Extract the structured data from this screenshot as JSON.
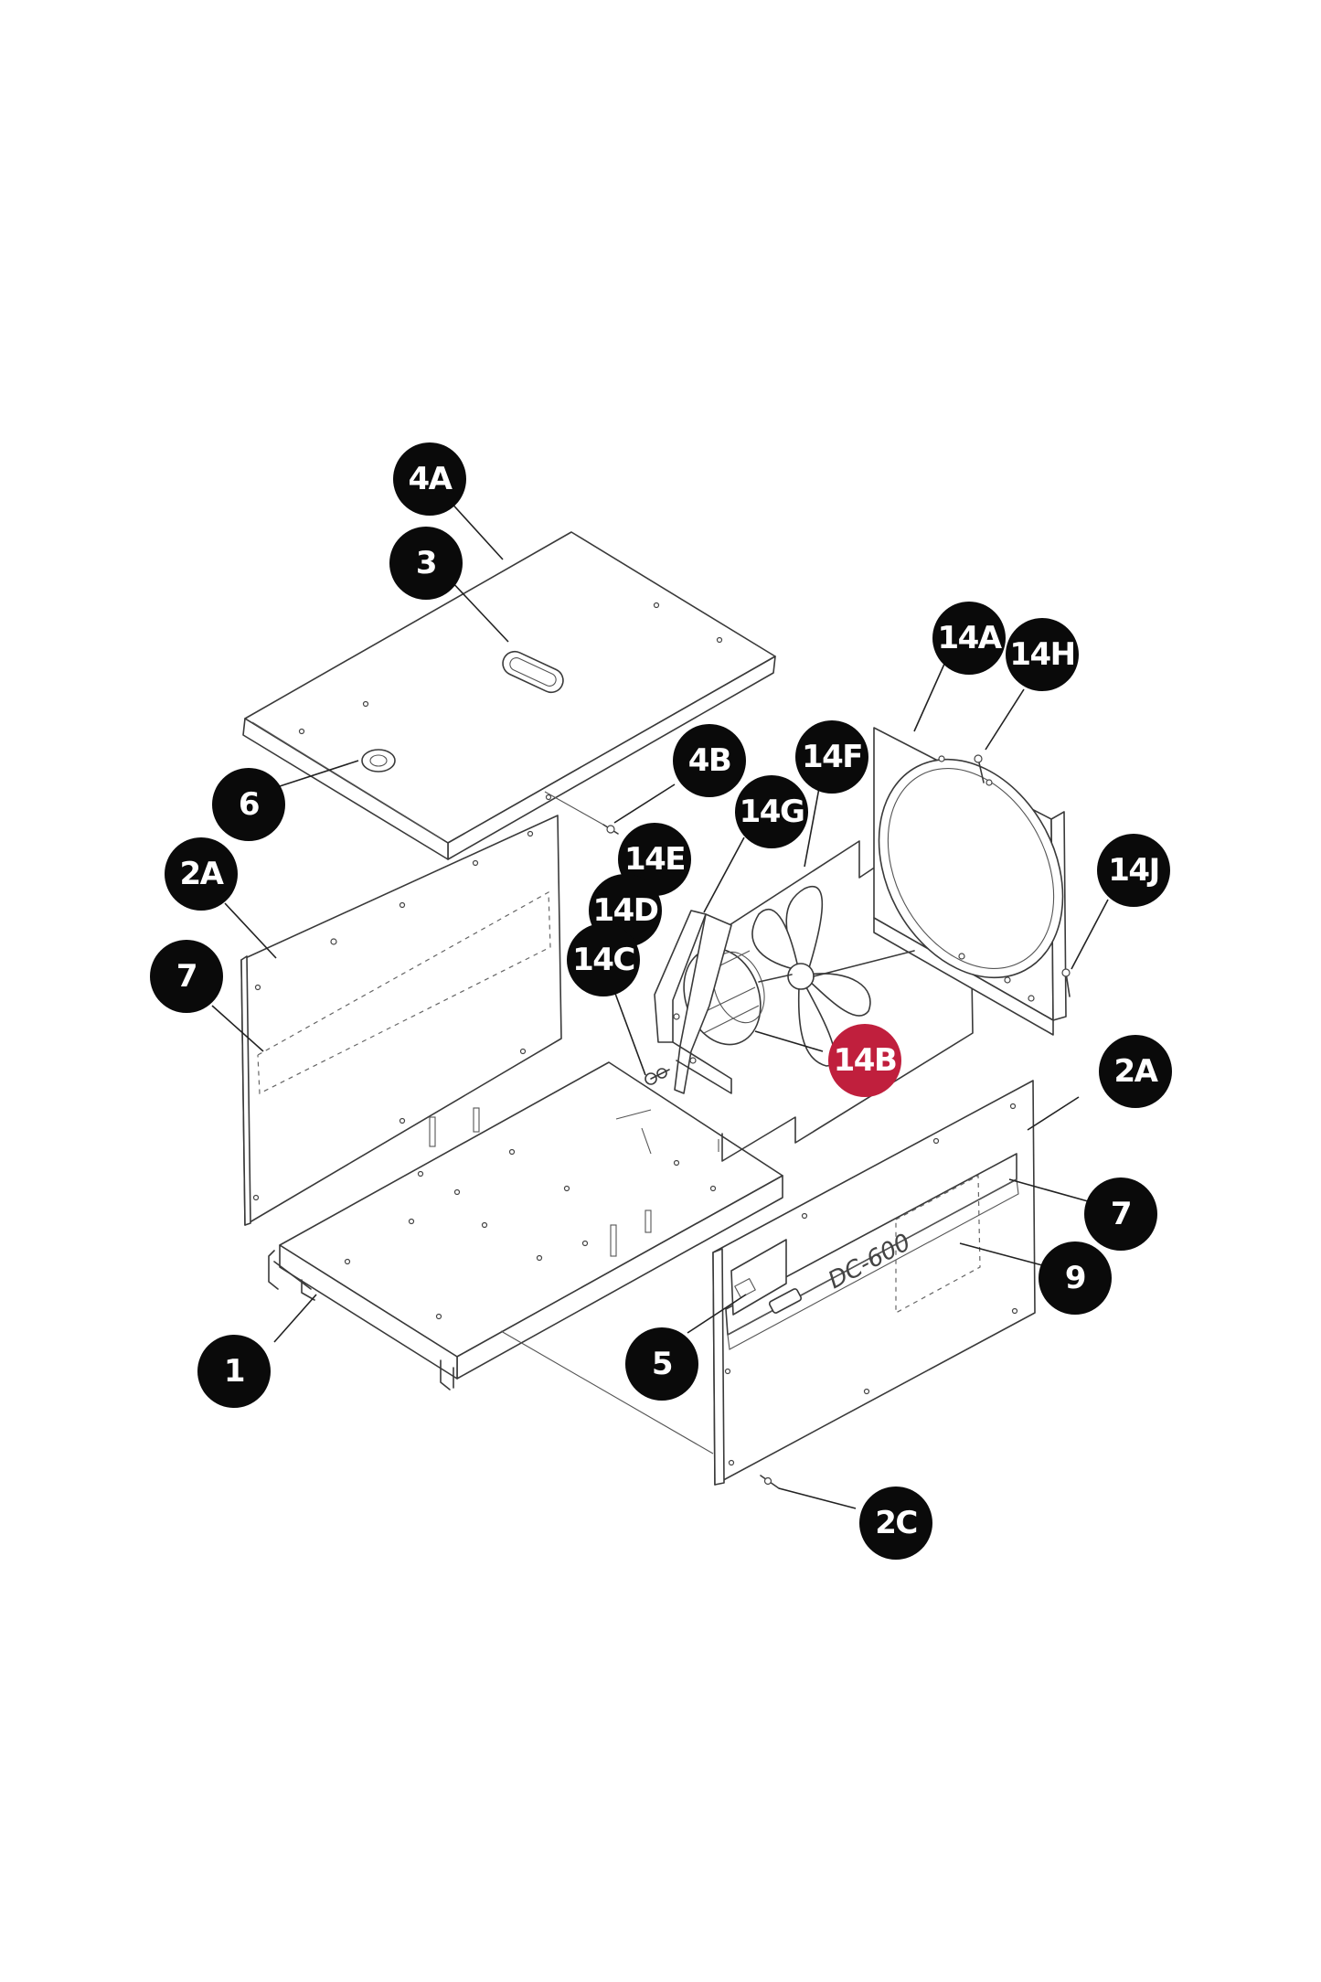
{
  "diagram": {
    "model_label": "DC-600",
    "colors": {
      "callout": "#0a0a0a",
      "highlight": "#c01f3d",
      "line": "#3a3a3a"
    },
    "callouts": [
      {
        "id": "c-4a",
        "label": "4A",
        "highlight": false
      },
      {
        "id": "c-3",
        "label": "3",
        "highlight": false
      },
      {
        "id": "c-14a",
        "label": "14A",
        "highlight": false
      },
      {
        "id": "c-14h",
        "label": "14H",
        "highlight": false
      },
      {
        "id": "c-4b",
        "label": "4B",
        "highlight": false
      },
      {
        "id": "c-14f",
        "label": "14F",
        "highlight": false
      },
      {
        "id": "c-14g",
        "label": "14G",
        "highlight": false
      },
      {
        "id": "c-6",
        "label": "6",
        "highlight": false
      },
      {
        "id": "c-14e",
        "label": "14E",
        "highlight": false
      },
      {
        "id": "c-14j",
        "label": "14J",
        "highlight": false
      },
      {
        "id": "c-2a-l",
        "label": "2A",
        "highlight": false
      },
      {
        "id": "c-14d",
        "label": "14D",
        "highlight": false
      },
      {
        "id": "c-14c",
        "label": "14C",
        "highlight": false
      },
      {
        "id": "c-7-l",
        "label": "7",
        "highlight": false
      },
      {
        "id": "c-14b",
        "label": "14B",
        "highlight": true
      },
      {
        "id": "c-2a-r",
        "label": "2A",
        "highlight": false
      },
      {
        "id": "c-7-r",
        "label": "7",
        "highlight": false
      },
      {
        "id": "c-9",
        "label": "9",
        "highlight": false
      },
      {
        "id": "c-1",
        "label": "1",
        "highlight": false
      },
      {
        "id": "c-5",
        "label": "5",
        "highlight": false
      },
      {
        "id": "c-2c",
        "label": "2C",
        "highlight": false
      }
    ]
  }
}
